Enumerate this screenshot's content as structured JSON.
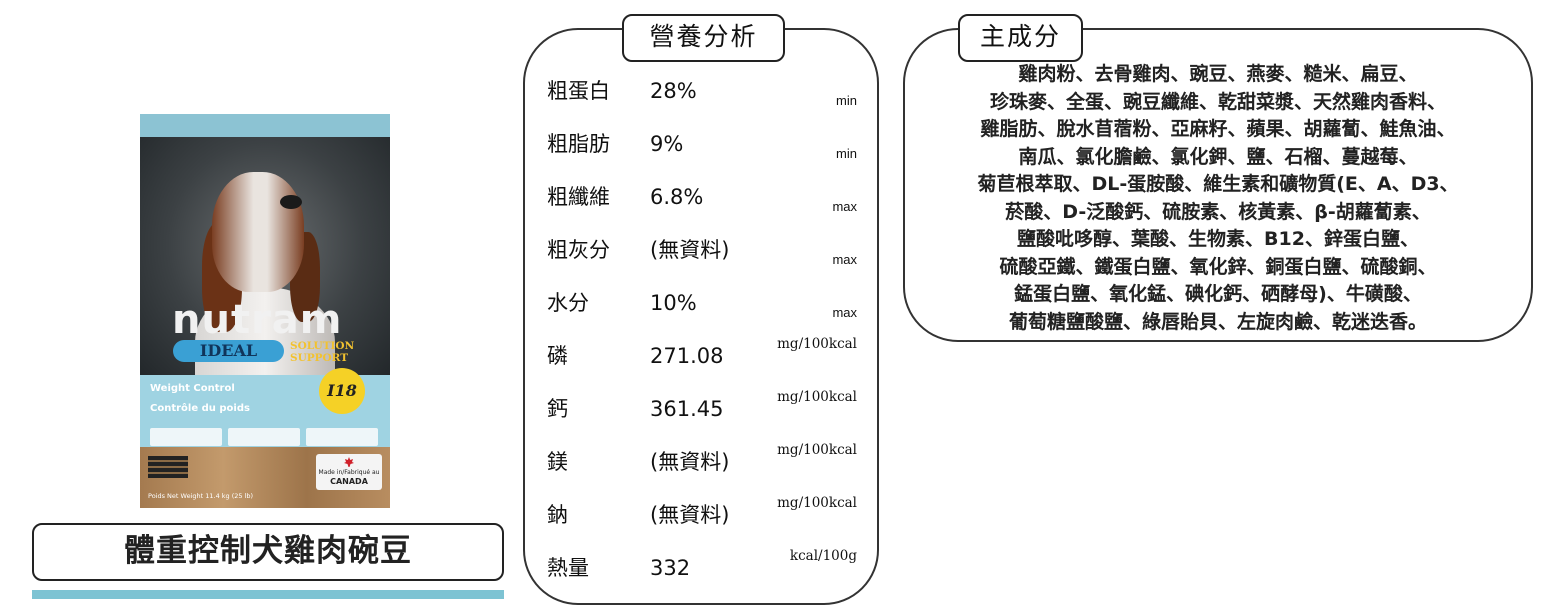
{
  "product": {
    "name": "體重控制犬雞肉碗豆",
    "image": {
      "brand": "nutram",
      "line": "IDEAL",
      "tagline": "SOLUTION SUPPORT",
      "formula_code": "I18",
      "english_name": "Weight Control",
      "french_name": "Contrôle du poids",
      "origin": "CANADA",
      "origin_label": "Made in/Fabriqué au",
      "net_weight": "Poids Net Weight 11.4 kg (25 lb)"
    }
  },
  "nutrition": {
    "title": "營養分析",
    "rows": [
      {
        "label": "粗蛋白",
        "value": "28%",
        "unit": "min"
      },
      {
        "label": "粗脂肪",
        "value": "9%",
        "unit": "min"
      },
      {
        "label": "粗纖維",
        "value": "6.8%",
        "unit": "max"
      },
      {
        "label": "粗灰分",
        "value": "(無資料)",
        "unit": "max"
      },
      {
        "label": "水分",
        "value": "10%",
        "unit": "max"
      },
      {
        "label": "磷",
        "value": "271.08",
        "unit": "mg/100kcal"
      },
      {
        "label": "鈣",
        "value": "361.45",
        "unit": "mg/100kcal"
      },
      {
        "label": "鎂",
        "value": "(無資料)",
        "unit": "mg/100kcal"
      },
      {
        "label": "鈉",
        "value": "(無資料)",
        "unit": "mg/100kcal"
      },
      {
        "label": "熱量",
        "value": "332",
        "unit": "kcal/100g"
      }
    ]
  },
  "ingredients": {
    "title": "主成分",
    "lines": [
      "雞肉粉、去骨雞肉、豌豆、燕麥、糙米、扁豆、",
      "珍珠麥、全蛋、豌豆纖維、乾甜菜漿、天然雞肉香料、",
      "雞脂肪、脫水苜蓿粉、亞麻籽、蘋果、胡蘿蔔、鮭魚油、",
      "南瓜、氯化膽鹼、氯化鉀、鹽、石榴、蔓越莓、",
      "菊苣根萃取、DL-蛋胺酸、維生素和礦物質(E、A、D3、",
      "菸酸、D-泛酸鈣、硫胺素、核黃素、β-胡蘿蔔素、",
      "鹽酸吡哆醇、葉酸、生物素、B12、鋅蛋白鹽、",
      "硫酸亞鐵、鐵蛋白鹽、氧化鋅、銅蛋白鹽、硫酸銅、",
      "錳蛋白鹽、氧化錳、碘化鈣、硒酵母)、牛磺酸、",
      "葡萄糖鹽酸鹽、綠唇貽貝、左旋肉鹼、乾迷迭香。"
    ]
  },
  "colors": {
    "accent_bar": "#7dc3d3",
    "border": "#333333"
  }
}
